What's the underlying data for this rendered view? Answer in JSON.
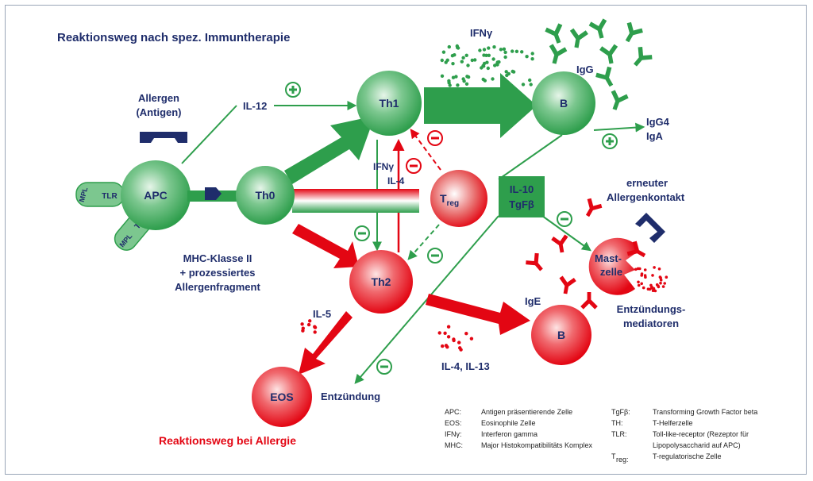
{
  "title": "Reaktionsweg nach spez. Immuntherapie",
  "subtitle_allergy": "Reaktionsweg bei Allergie",
  "colors": {
    "green": "#2e9e4c",
    "red": "#e30613",
    "navy": "#1f2d6b"
  },
  "cells": {
    "apc": "APC",
    "th0": "Th0",
    "th1": "Th1",
    "th2": "Th2",
    "treg_main": "T",
    "treg_sub": "reg",
    "b_green": "B",
    "b_red": "B",
    "eos": "EOS",
    "mast_line1": "Mast-",
    "mast_line2": "zelle"
  },
  "labels": {
    "allergen_line1": "Allergen",
    "allergen_line2": "(Antigen)",
    "il12": "IL-12",
    "ifng_top": "IFNγ",
    "igg": "IgG",
    "igg4": "IgG4",
    "iga": "IgA",
    "ifng_mid": "IFNγ",
    "il4": "IL-4",
    "il10": "IL-10",
    "tgfb": "TgFβ",
    "reexposure_line1": "erneuter",
    "reexposure_line2": "Allergenkontakt",
    "mhc_line1": "MHC-Klasse II",
    "mhc_line2": "+ prozessiertes",
    "mhc_line3": "Allergenfragment",
    "il5": "IL-5",
    "ige": "IgE",
    "mediators_line1": "Entzündungs-",
    "mediators_line2": "mediatoren",
    "il4_il13": "IL-4, IL-13",
    "inflammation": "Entzündung",
    "tlr_1": "TLR",
    "tlr_2": "TLR",
    "mpl_1": "MPL",
    "mpl_2": "MPL",
    "plus": "+",
    "minus": "−"
  },
  "legend": {
    "left": [
      {
        "abbr": "APC:",
        "text": "Antigen präsentierende Zelle"
      },
      {
        "abbr": "EOS:",
        "text": "Eosinophile Zelle"
      },
      {
        "abbr": "IFNγ:",
        "text": "Interferon gamma"
      },
      {
        "abbr": "MHC:",
        "text": "Major Histokompatibilitäts Komplex"
      }
    ],
    "right": [
      {
        "abbr": "TgFβ:",
        "text": "Transforming Growth Factor beta"
      },
      {
        "abbr": "TH:",
        "text": "T-Helferzelle"
      },
      {
        "abbr": "TLR:",
        "text": "Toll-like-receptor (Rezeptor für"
      },
      {
        "abbr": "",
        "text": "Lipopolysaccharid auf APC)"
      },
      {
        "abbr": "T",
        "text": "T-regulatorische Zelle"
      }
    ],
    "treg_sub": "reg:"
  }
}
